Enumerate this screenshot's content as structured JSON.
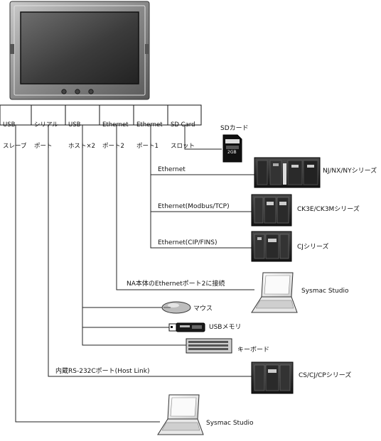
{
  "ports": [
    {
      "line1": "USB",
      "line2": "スレーブ"
    },
    {
      "line1": "シリアル",
      "line2": "ポート"
    },
    {
      "line1": "USB",
      "line2": "ホスト×2"
    },
    {
      "line1": "Ethernet",
      "line2": "ポート2"
    },
    {
      "line1": "Ethernet",
      "line2": "ポート1"
    },
    {
      "line1": "SD Card",
      "line2": "スロット"
    }
  ],
  "connections": {
    "ethernet_1": "Ethernet",
    "ethernet_modbus": "Ethernet(Modbus/TCP)",
    "ethernet_cip": "Ethernet(CIP/FINS)",
    "ethernet_port2": "NA本体のEthernetポート2に接続",
    "rs232c": "内蔵RS-232Cポート(Host Link)"
  },
  "devices": {
    "sd_card": "SDカード",
    "sd_card_capacity": "2GB",
    "nj_series": "NJ/NX/NYシリーズ",
    "ck3e_series": "CK3E/CK3Mシリーズ",
    "cj_series": "CJシリーズ",
    "sysmac_studio_1": "Sysmac Studio",
    "mouse": "マウス",
    "usb_memory": "USBメモリ",
    "keyboard": "キーボード",
    "cs_series": "CS/CJ/CPシリーズ",
    "sysmac_studio_2": "Sysmac Studio"
  }
}
